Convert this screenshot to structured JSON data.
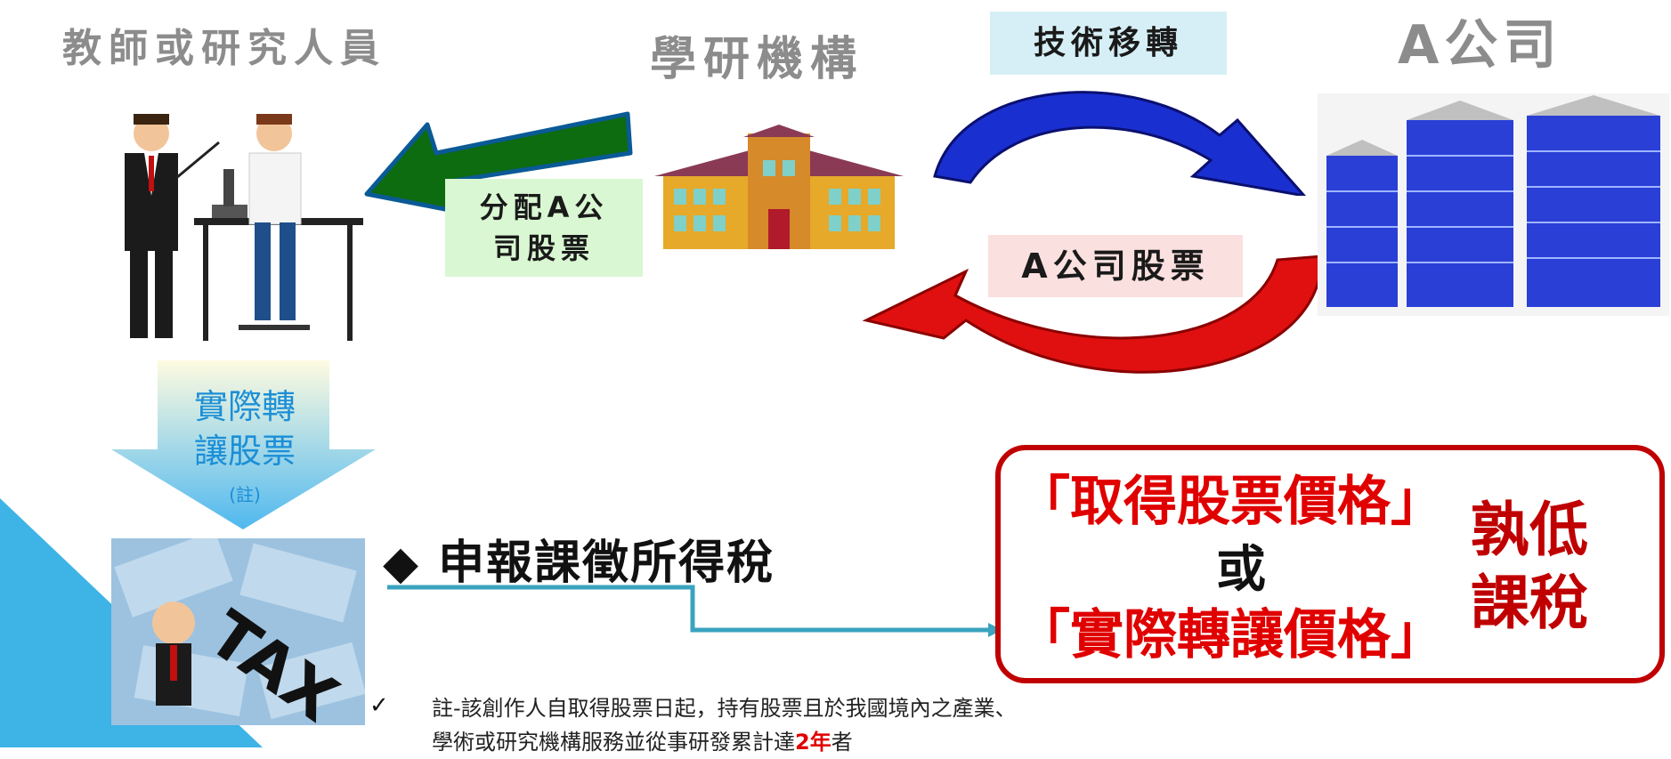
{
  "headers": {
    "teachers": "教師或研究人員",
    "institution": "學研機構",
    "company": "A公司"
  },
  "labels": {
    "tech_transfer": "技術移轉",
    "distribute_line1": "分配A公",
    "distribute_line2": "司股票",
    "company_stock": "A公司股票",
    "actual_transfer_line1": "實際轉",
    "actual_transfer_line2": "讓股票",
    "note_ref": "(註)"
  },
  "tax": {
    "bullet": "◆",
    "title": "申報課徵所得稅"
  },
  "rule_box": {
    "line1": "「取得股票價格」",
    "or": "或",
    "line2": "「實際轉讓價格」",
    "right_line1": "孰低",
    "right_line2": "課稅"
  },
  "footnote": {
    "check": "✓",
    "text_part1": "註-該創作人自取得股票日起，持有股票且於我國境內之產業、",
    "text_part2": "學術或研究機構服務並從事研發累計達",
    "years": "2年",
    "text_end": "者"
  },
  "colors": {
    "header_gray": "#8c8c8c",
    "arrow_blue": "#1a2fd0",
    "arrow_red": "#e01010",
    "arrow_green": "#0d6b10",
    "emphasis_red": "#e00000",
    "connector_teal": "#3aa3bf",
    "triangle_blue": "#3eb3e6"
  },
  "icons": {
    "people": "teacher-and-researcher-illustration",
    "school": "school-building-illustration",
    "company": "office-buildings-illustration",
    "tax": "tax-businessman-illustration"
  }
}
